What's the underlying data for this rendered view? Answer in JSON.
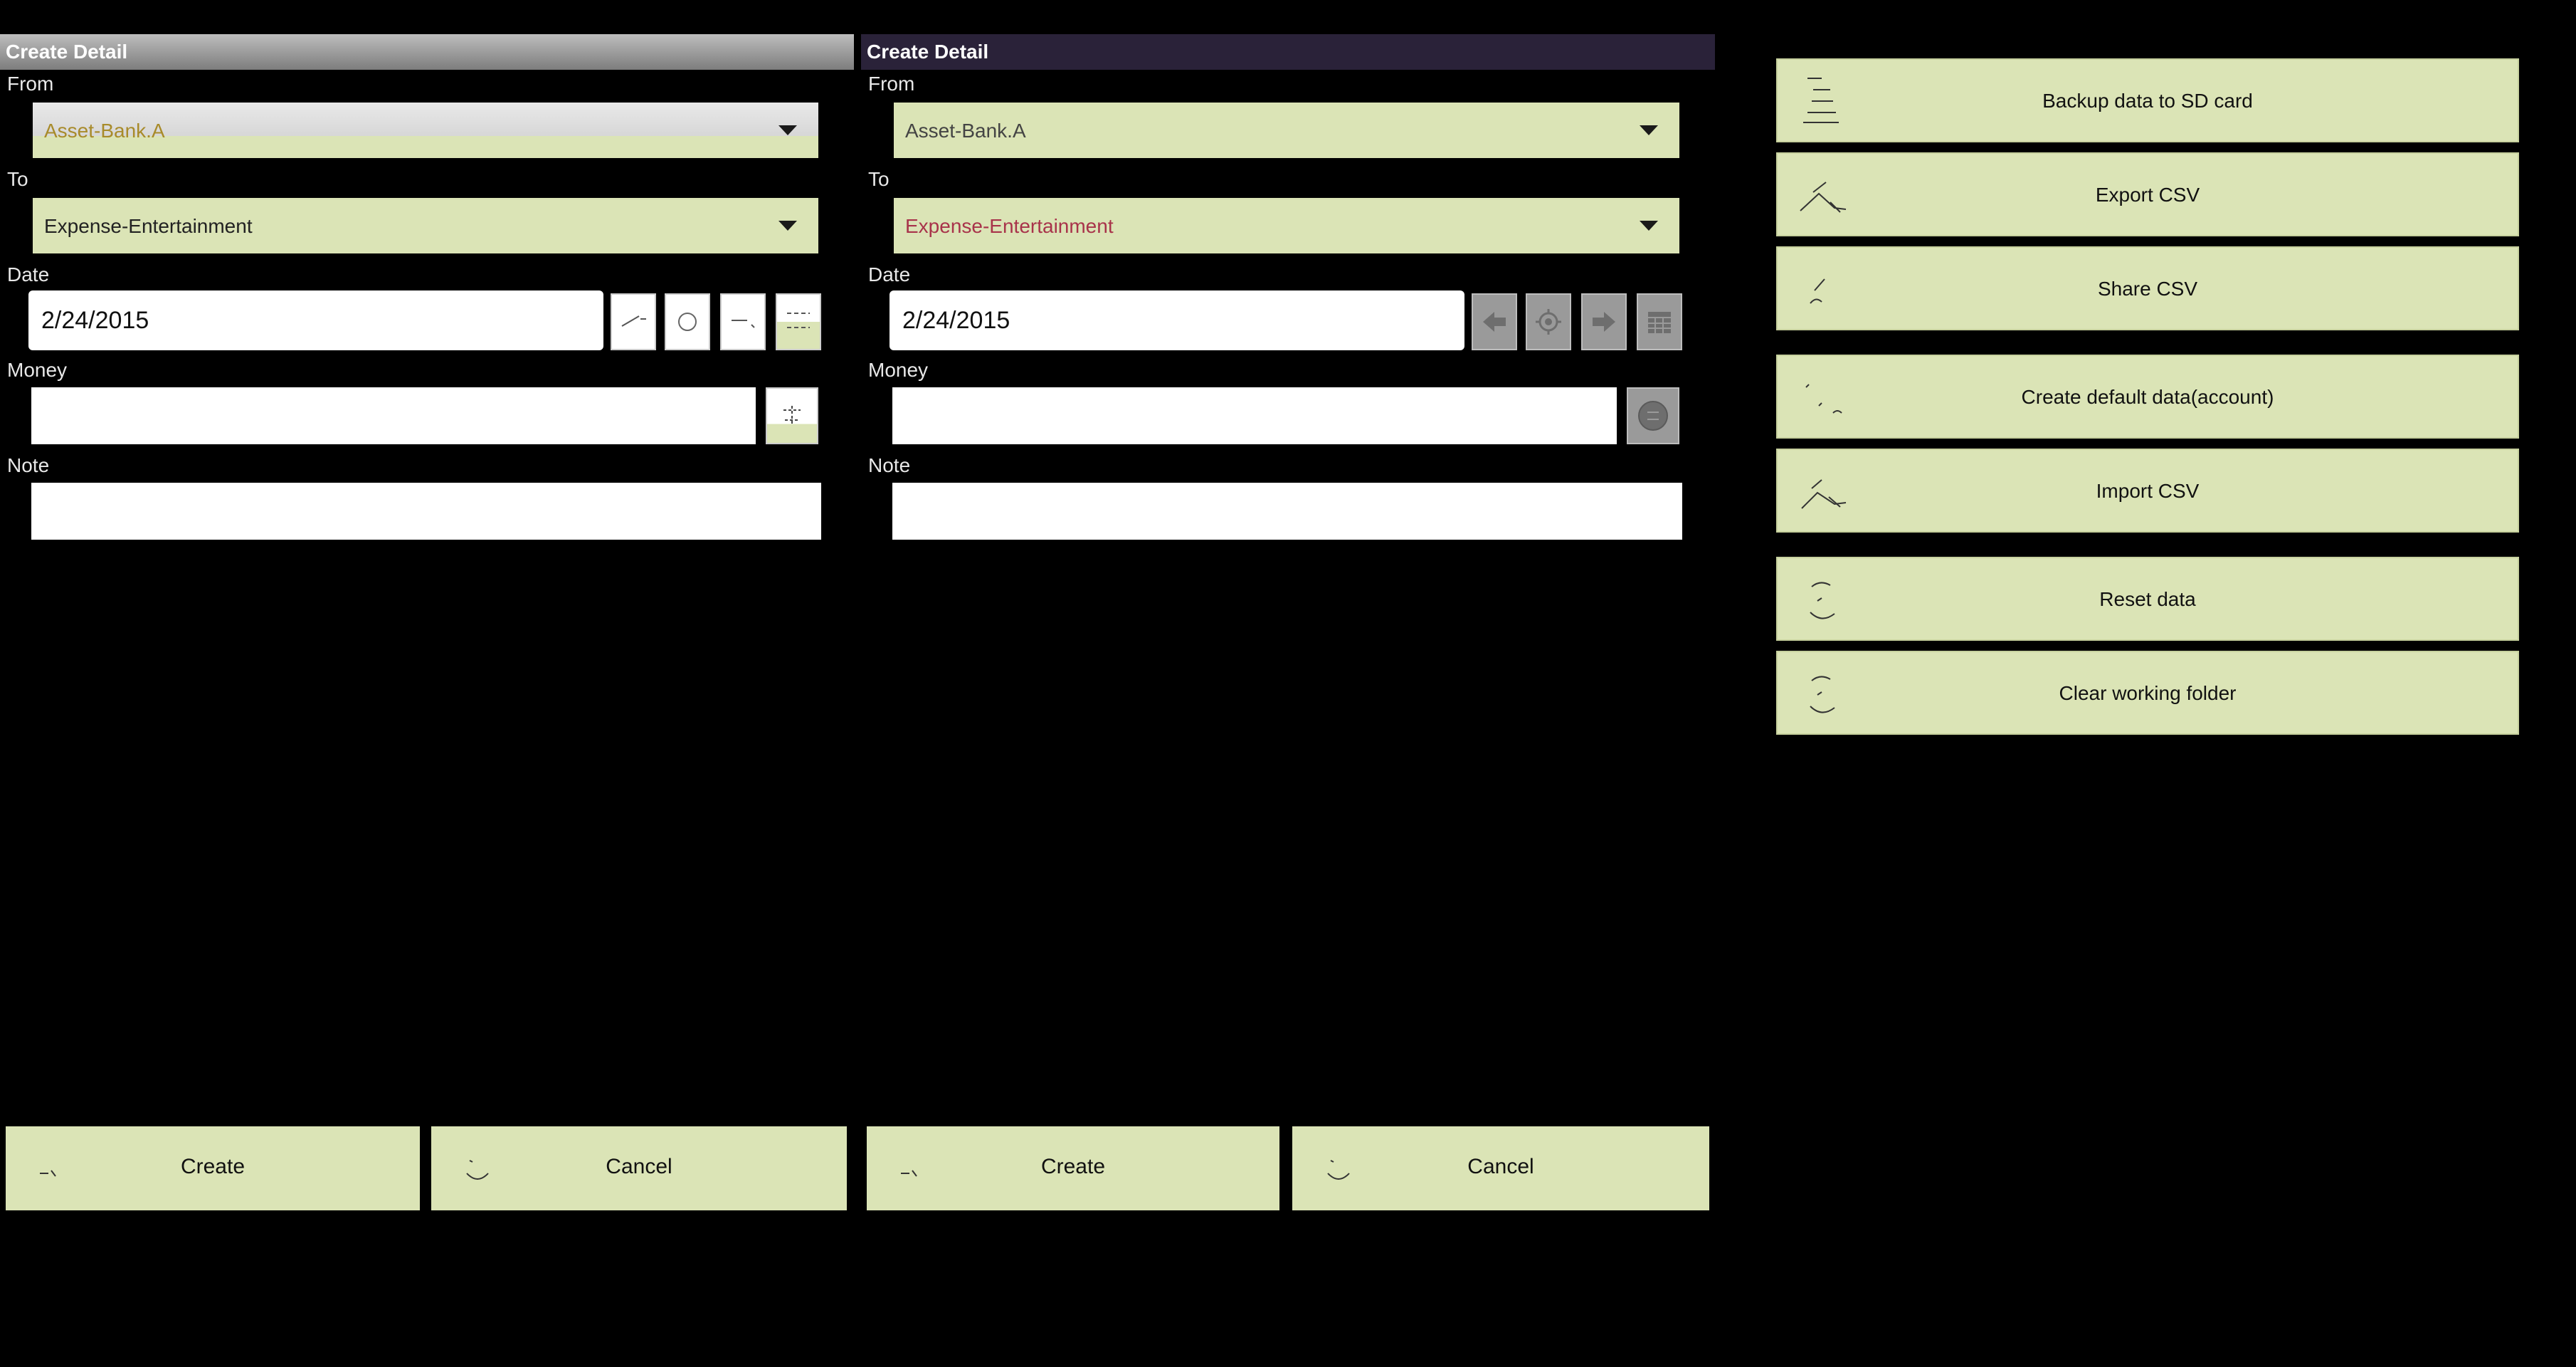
{
  "panels": [
    {
      "title": "Create Detail",
      "from_label": "From",
      "from_value": "Asset-Bank.A",
      "to_label": "To",
      "to_value": "Expense-Entertainment",
      "date_label": "Date",
      "date_value": "2/24/2015",
      "money_label": "Money",
      "money_value": "",
      "note_label": "Note",
      "note_value": "",
      "create_label": "Create",
      "cancel_label": "Cancel"
    },
    {
      "title": "Create Detail",
      "from_label": "From",
      "from_value": "Asset-Bank.A",
      "to_label": "To",
      "to_value": "Expense-Entertainment",
      "date_label": "Date",
      "date_value": "2/24/2015",
      "money_label": "Money",
      "money_value": "",
      "note_label": "Note",
      "note_value": "",
      "create_label": "Create",
      "cancel_label": "Cancel"
    }
  ],
  "actions": [
    {
      "label": "Backup data to SD card",
      "icon": "sd-card-icon"
    },
    {
      "label": "Export CSV",
      "icon": "export-icon"
    },
    {
      "label": "Share CSV",
      "icon": "share-icon"
    },
    {
      "label": "Create default data(account)",
      "icon": "create-data-icon"
    },
    {
      "label": "Import CSV",
      "icon": "import-icon"
    },
    {
      "label": "Reset data",
      "icon": "reset-icon"
    },
    {
      "label": "Clear working folder",
      "icon": "clear-folder-icon"
    }
  ],
  "colors": {
    "button_bg": "#dbe4b6",
    "left_from_text": "#a88b2a",
    "right_to_text": "#a8334a"
  }
}
